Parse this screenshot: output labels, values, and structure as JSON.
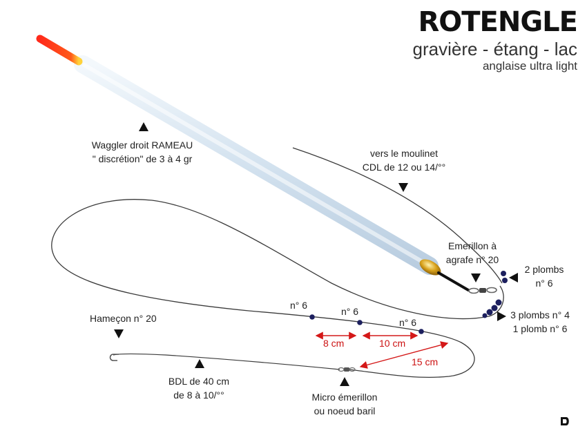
{
  "header": {
    "title": "ROTENGLE",
    "subtitle": "gravière - étang - lac",
    "subtitle2": "anglaise ultra light"
  },
  "labels": {
    "waggler_1": "Waggler droit RAMEAU",
    "waggler_2": "\" discrétion\" de 3 à 4 gr",
    "line_1": "vers le moulinet",
    "line_2": "CDL de 12 ou 14/°°",
    "swivel_1": "Emerillon à",
    "swivel_2": "agrafe n° 20",
    "shot2_1": "2 plombs",
    "shot2_2": "n° 6",
    "shot3_1": "3 plombs n° 4",
    "shot3_2": "1 plomb n° 6",
    "n6_a": "n° 6",
    "n6_b": "n° 6",
    "n6_c": "n° 6",
    "dist_8": "8 cm",
    "dist_10": "10 cm",
    "dist_15": "15 cm",
    "hook": "Hameçon n° 20",
    "leader_1": "BDL de 40 cm",
    "leader_2": "de 8 à 10/°°",
    "micro_1": "Micro émerillon",
    "micro_2": "ou noeud baril"
  },
  "colors": {
    "float_tip": "#ff3b1f",
    "float_body": "#dde9f3",
    "shot": "#1c1f5e",
    "measure": "#d41818",
    "line": "#3a3a3a"
  }
}
